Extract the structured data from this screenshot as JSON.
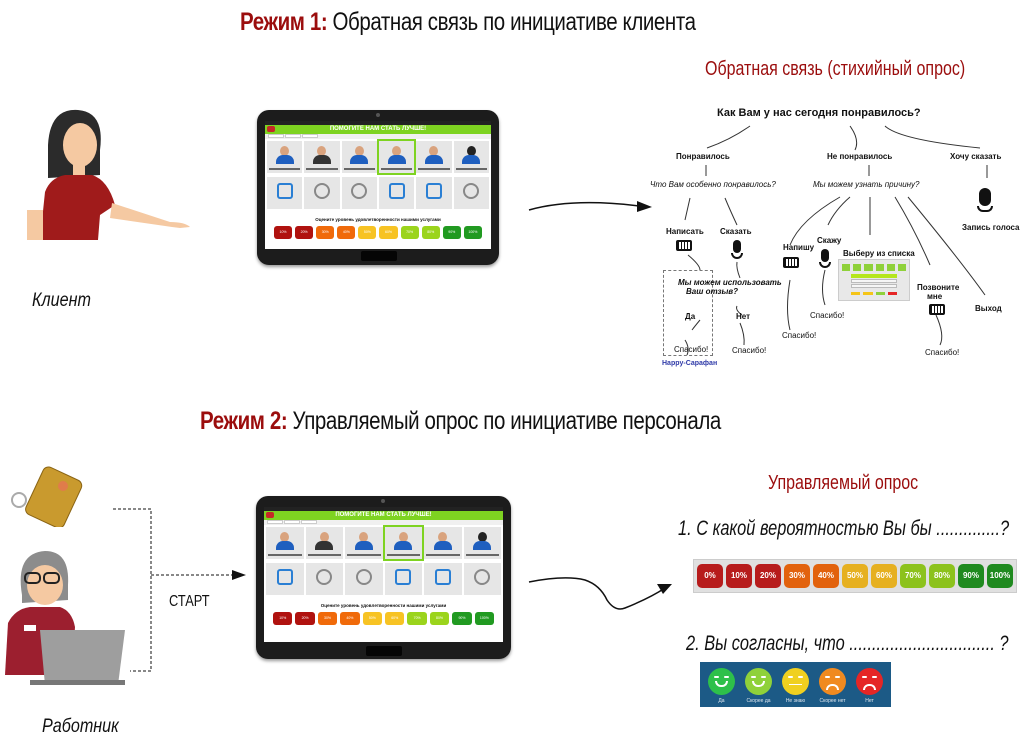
{
  "mode1": {
    "lead": "Режим 1:",
    "rest": " Обратная связь по инициативе клиента",
    "actor_label": "Клиент",
    "section_title": "Обратная связь (стихийный опрос)",
    "flow": {
      "question": "Как Вам у нас сегодня понравилось?",
      "liked": "Понравилось",
      "disliked": "Не понравилось",
      "want_say": "Хочу сказать",
      "liked_q": "Что Вам особенно понравилось?",
      "disliked_q": "Мы можем узнать причину?",
      "write": "Написать",
      "say": "Сказать",
      "voice_record": "Запись голоса",
      "can_use_1": "Мы можем использовать",
      "can_use_2": "Ваш отзыв?",
      "yes": "Да",
      "no": "Нет",
      "thanks": "Спасибо!",
      "happy": "Happy-Сарафан",
      "will_write": "Напишу",
      "will_say": "Скажу",
      "choose_list": "Выберу из списка",
      "call_me_1": "Позвоните",
      "call_me_2": "мне",
      "exit": "Выход"
    }
  },
  "mode2": {
    "lead": "Режим 2:",
    "rest": " Управляемый  опрос по инициативе персонала",
    "actor_label": "Работник",
    "start_label": "СТАРТ",
    "section_title": "Управляемый опрос",
    "q1": "1. С какой вероятностью Вы бы  ..............?",
    "q2": "2. Вы согласны, что ................................ ?",
    "percent_options": [
      "0%",
      "10%",
      "20%",
      "30%",
      "40%",
      "50%",
      "60%",
      "70%",
      "80%",
      "90%",
      "100%"
    ],
    "percent_colors": [
      "#b71c1c",
      "#b71c1c",
      "#b71c1c",
      "#e2620d",
      "#e2620d",
      "#e6b020",
      "#e6b020",
      "#8cc21c",
      "#8cc21c",
      "#1f8a1f",
      "#1f8a1f"
    ],
    "agree_options": [
      {
        "label": "Да",
        "color": "#2ec04a",
        "mood": "happy"
      },
      {
        "label": "Скорее да",
        "color": "#8fd13a",
        "mood": "happy"
      },
      {
        "label": "Не знаю",
        "color": "#f0d020",
        "mood": "neutral"
      },
      {
        "label": "Скорее нет",
        "color": "#f08a20",
        "mood": "sad"
      },
      {
        "label": "Нет",
        "color": "#e52626",
        "mood": "sad"
      }
    ]
  },
  "tablet": {
    "header": "ПОМОГИТЕ НАМ СТАТЬ ЛУЧШЕ!",
    "rate_label": "Оцените уровень  удовлетворенности нашими услугами",
    "rate_options": [
      "10%",
      "20%",
      "30%",
      "40%",
      "50%",
      "60%",
      "70%",
      "80%",
      "90%",
      "100%"
    ],
    "rate_colors": [
      "#b0120f",
      "#b0120f",
      "#f06a0a",
      "#f06a0a",
      "#f7c324",
      "#f7c324",
      "#9bd41c",
      "#9bd41c",
      "#219a21",
      "#219a21"
    ],
    "accent": "#7ed321"
  },
  "colors": {
    "mode_lead": "#9b0d0d",
    "section_title": "#9b0d0d"
  }
}
